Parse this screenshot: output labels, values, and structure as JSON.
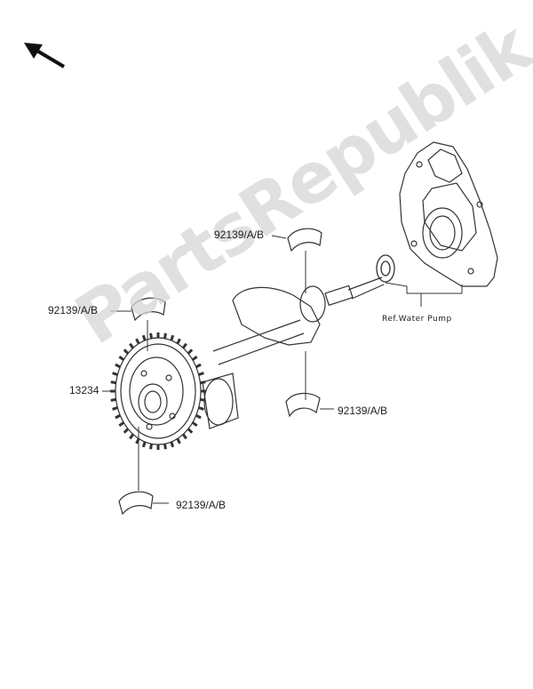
{
  "diagram": {
    "labels": {
      "bearing_top": "92139/A/B",
      "bearing_left": "92139/A/B",
      "gear": "13234",
      "bearing_mid": "92139/A/B",
      "bearing_bottom": "92139/A/B",
      "water_pump_ref": "Ref.Water Pump"
    },
    "watermark": "PartsRepublik"
  },
  "icons": {
    "direction": "arrow-up-left"
  }
}
